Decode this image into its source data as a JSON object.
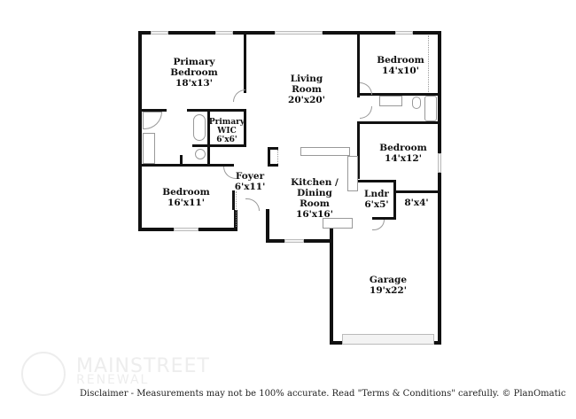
{
  "rooms": [
    {
      "name": "Primary\nBedroom",
      "size": "18'x13'"
    },
    {
      "name": "Living\nRoom",
      "size": "20'x20'"
    },
    {
      "name": "Bedroom",
      "size": "14'x10'"
    },
    {
      "name": "Primary\nWIC",
      "size": "6'x6'"
    },
    {
      "name": "Bedroom",
      "size": "14'x12'"
    },
    {
      "name": "Foyer",
      "size": "6'x11'"
    },
    {
      "name": "Bedroom",
      "size": "16'x11'"
    },
    {
      "name": "Kitchen /\nDining\nRoom",
      "size": "16'x16'"
    },
    {
      "name": "Lndr",
      "size": "6'x5'"
    },
    {
      "name": "",
      "size": "8'x4'"
    },
    {
      "name": "Garage",
      "size": "19'x22'"
    }
  ],
  "logo": {
    "line1": "MAINSTREET",
    "line2": "RENEWAL"
  },
  "disclaimer": "Disclaimer - Measurements may not be 100% accurate. Read \"Terms & Conditions\" carefully. © PlanOmatic"
}
